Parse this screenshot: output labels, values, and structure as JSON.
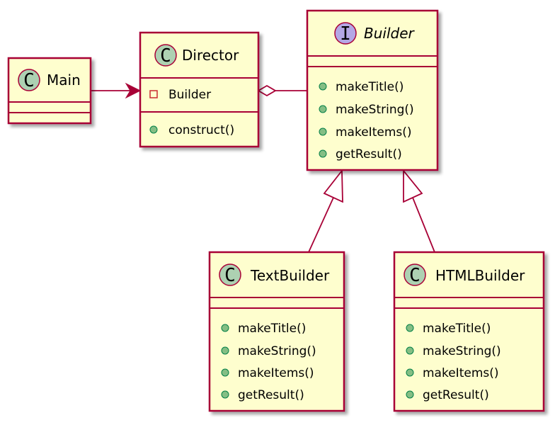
{
  "classes": [
    {
      "id": "Main",
      "stereotype": "C",
      "name": "Main",
      "kind": "class",
      "attributes": [],
      "methods": []
    },
    {
      "id": "Director",
      "stereotype": "C",
      "name": "Director",
      "kind": "class",
      "attributes": [
        {
          "visibility": "private",
          "text": "Builder"
        }
      ],
      "methods": [
        {
          "visibility": "public",
          "text": "construct()"
        }
      ]
    },
    {
      "id": "Builder",
      "stereotype": "I",
      "name": "Builder",
      "kind": "interface",
      "attributes": [],
      "methods": [
        {
          "visibility": "public",
          "text": "makeTitle()"
        },
        {
          "visibility": "public",
          "text": "makeString()"
        },
        {
          "visibility": "public",
          "text": "makeItems()"
        },
        {
          "visibility": "public",
          "text": "getResult()"
        }
      ]
    },
    {
      "id": "TextBuilder",
      "stereotype": "C",
      "name": "TextBuilder",
      "kind": "class",
      "attributes": [],
      "methods": [
        {
          "visibility": "public",
          "text": "makeTitle()"
        },
        {
          "visibility": "public",
          "text": "makeString()"
        },
        {
          "visibility": "public",
          "text": "makeItems()"
        },
        {
          "visibility": "public",
          "text": "getResult()"
        }
      ]
    },
    {
      "id": "HTMLBuilder",
      "stereotype": "C",
      "name": "HTMLBuilder",
      "kind": "class",
      "attributes": [],
      "methods": [
        {
          "visibility": "public",
          "text": "makeTitle()"
        },
        {
          "visibility": "public",
          "text": "makeString()"
        },
        {
          "visibility": "public",
          "text": "makeItems()"
        },
        {
          "visibility": "public",
          "text": "getResult()"
        }
      ]
    }
  ],
  "relations": [
    {
      "from": "Main",
      "to": "Director",
      "type": "association"
    },
    {
      "from": "Director",
      "to": "Builder",
      "type": "aggregation"
    },
    {
      "from": "TextBuilder",
      "to": "Builder",
      "type": "realization"
    },
    {
      "from": "HTMLBuilder",
      "to": "Builder",
      "type": "realization"
    }
  ],
  "colors": {
    "box_fill": "#fefece",
    "border": "#a80036",
    "class_circle": "#add1b2",
    "interface_circle": "#b4a7e5",
    "public_marker": "#84be84",
    "private_marker": "#c82930"
  }
}
